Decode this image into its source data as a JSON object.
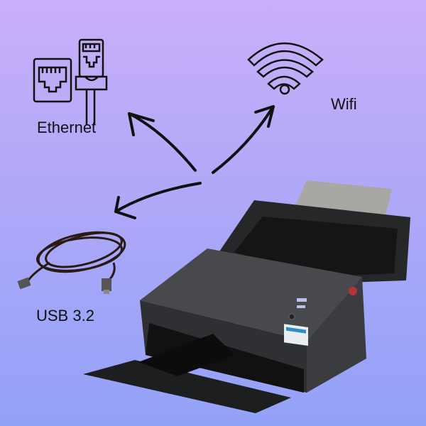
{
  "labels": {
    "ethernet": "Ethernet",
    "wifi": "Wifi",
    "usb": "USB 3.2"
  },
  "icons": [
    "ethernet-port-icon",
    "ethernet-plug-icon",
    "wifi-icon",
    "usb-cable-icon",
    "arrow-icon"
  ],
  "colors": {
    "background_top": "#c9aff9",
    "background_bottom": "#92a2f8",
    "ink": "#111111",
    "scanner_body": "#3a3b3e"
  }
}
